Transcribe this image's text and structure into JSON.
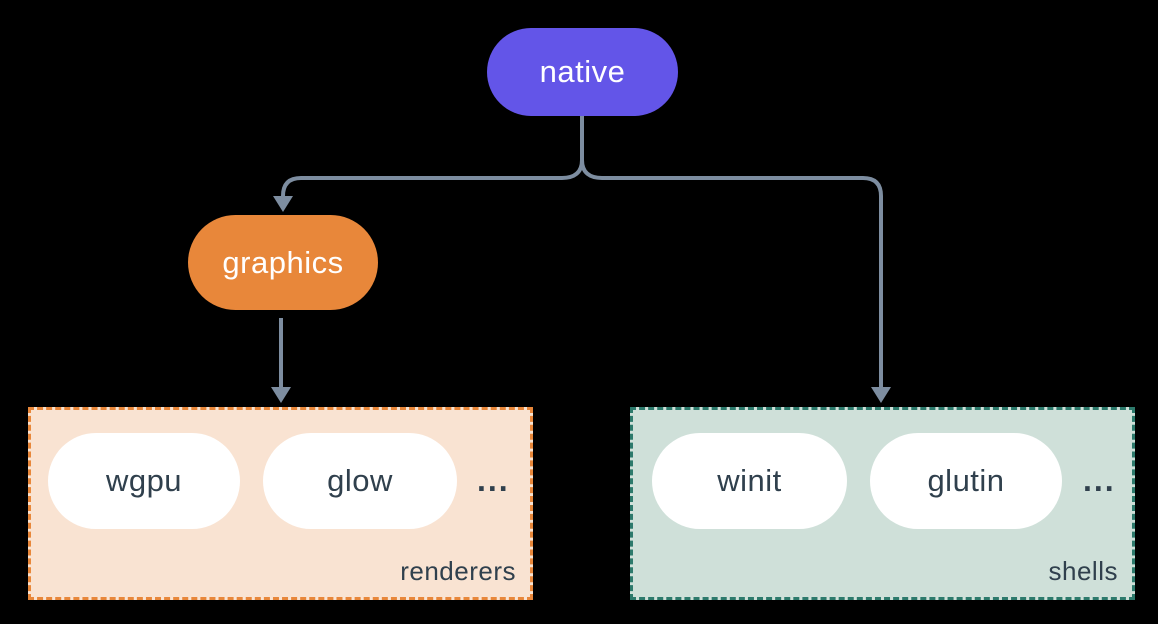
{
  "colors": {
    "background": "#000000",
    "connector": "#7d8da0",
    "native_bg": "#6355e8",
    "graphics_bg": "#e8873a",
    "node_text": "#ffffff",
    "renderers_bg": "#f9e3d2",
    "renderers_border": "#e8873a",
    "shells_bg": "#cfe0d9",
    "shells_border": "#2d7a6c",
    "item_bg": "#ffffff",
    "item_text": "#30404d"
  },
  "nodes": {
    "native": {
      "label": "native"
    },
    "graphics": {
      "label": "graphics"
    }
  },
  "groups": {
    "renderers": {
      "label": "renderers",
      "items": [
        "wgpu",
        "glow"
      ],
      "ellipsis": "..."
    },
    "shells": {
      "label": "shells",
      "items": [
        "winit",
        "glutin"
      ],
      "ellipsis": "..."
    }
  }
}
